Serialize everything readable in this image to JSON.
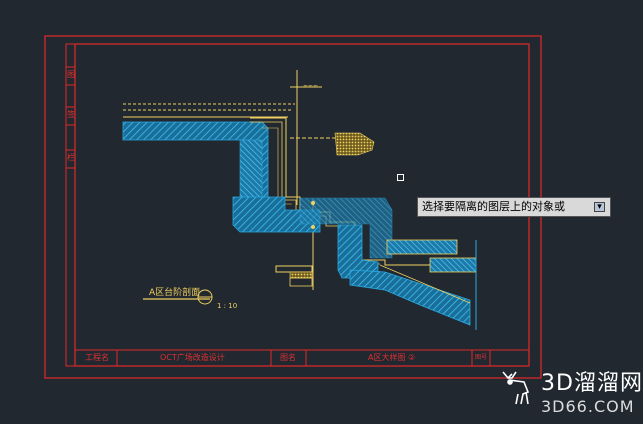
{
  "drawing": {
    "section_title": "A区台阶剖面",
    "scale": "1 : 10",
    "side_tabs": [
      "图",
      "签",
      "栏"
    ]
  },
  "title_block": {
    "project_label": "工程名",
    "project_value": "OCT广场改造设计",
    "drawing_label": "图名",
    "drawing_value": "A区大样图 ②",
    "right_label": "图号"
  },
  "tooltip": {
    "text": "选择要隔离的图层上的对象或",
    "button": "▾"
  },
  "watermark": {
    "name": "3D溜溜网",
    "url": "3D66.COM"
  },
  "colors": {
    "background": "#212830",
    "frame": "#e02828",
    "hatch": "#2aa8e0",
    "lines": "#f0d060",
    "tooltip_bg": "#d9d9d9"
  }
}
